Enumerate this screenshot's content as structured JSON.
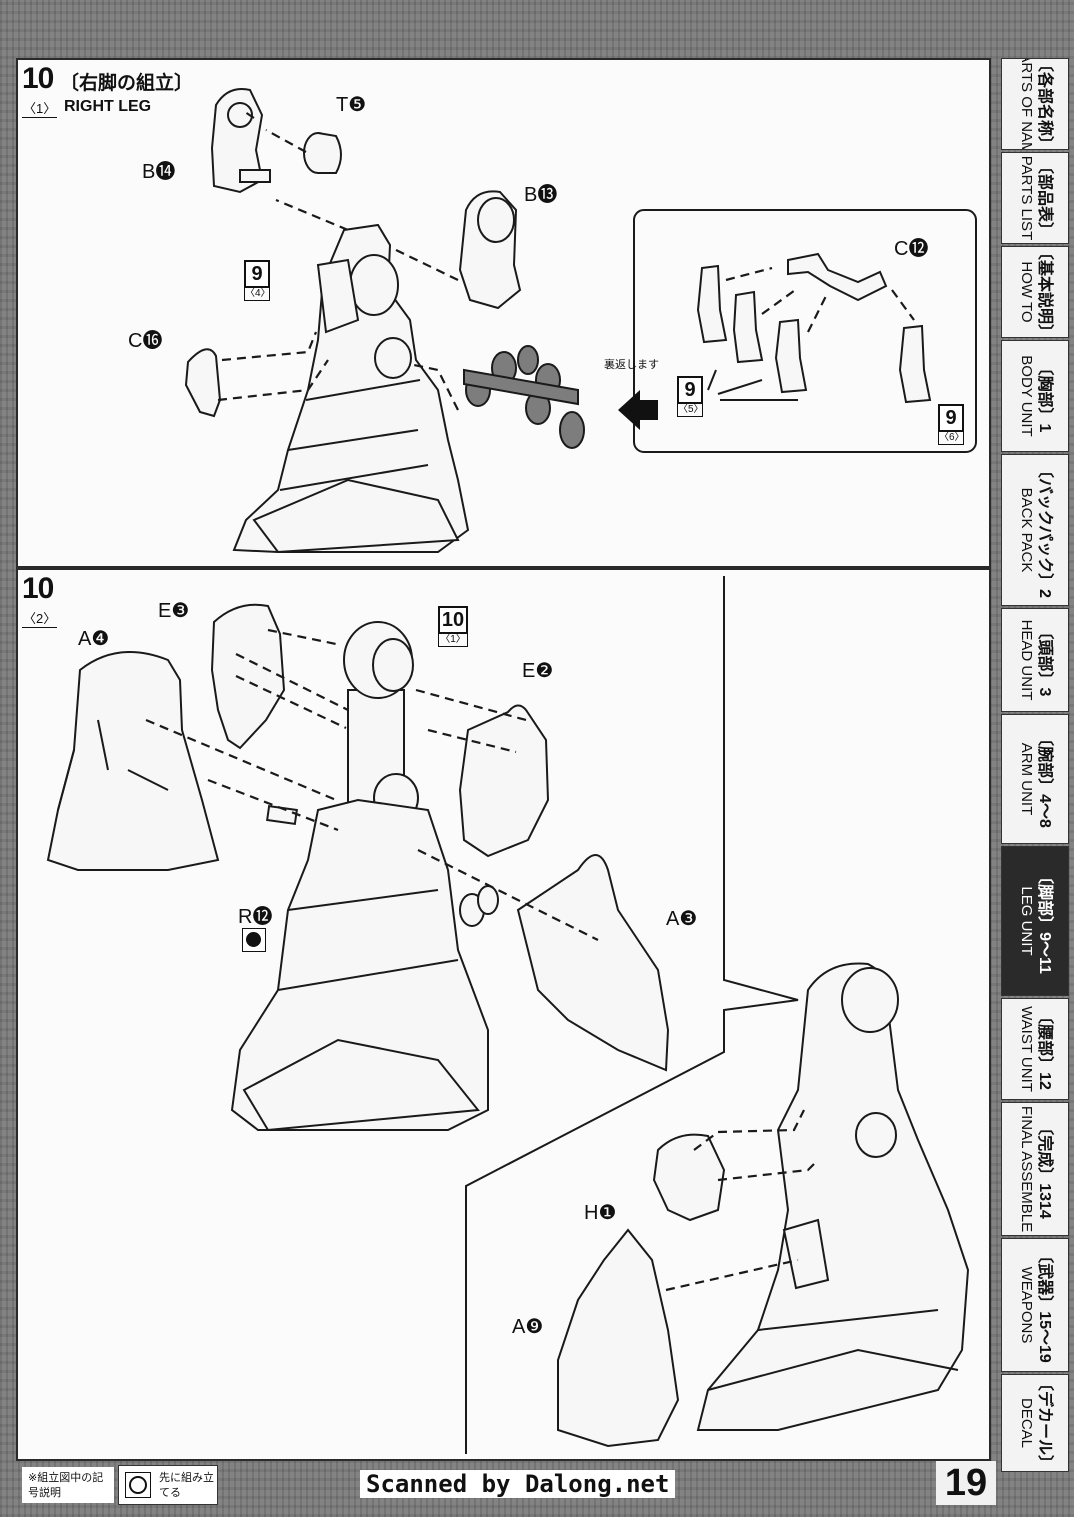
{
  "step_top": {
    "number": "10",
    "sub": "〈1〉",
    "title_jp": "〔右脚の組立〕",
    "title_en": "RIGHT LEG"
  },
  "step_bottom": {
    "number": "10",
    "sub": "〈2〉"
  },
  "labels_top": {
    "t5": "T❺",
    "b14": "B⓮",
    "b13": "B⓭",
    "c16": "C⓰",
    "c12": "C⓬",
    "flip_note": "裏返します"
  },
  "refs_top": {
    "r1": {
      "num": "9",
      "sub": "〈4〉"
    },
    "r2": {
      "num": "9",
      "sub": "〈5〉"
    },
    "r3": {
      "num": "9",
      "sub": "〈6〉"
    }
  },
  "labels_bottom": {
    "e3": "E❸",
    "a4": "A❹",
    "e2": "E❷",
    "r12": "R⓬",
    "a3": "A❸",
    "h1": "H❶",
    "a9": "A❾"
  },
  "refs_bottom": {
    "r1": {
      "num": "10",
      "sub": "〈1〉"
    }
  },
  "sidebar": [
    {
      "jp": "〔各部名称〕",
      "en": "PARTS OF NAME",
      "active": false
    },
    {
      "jp": "〔部品表〕",
      "en": "PARTS LIST",
      "active": false
    },
    {
      "jp": "〔基本説明〕",
      "en": "HOW TO",
      "active": false
    },
    {
      "jp": "〔胸部〕1",
      "en": "BODY UNIT",
      "active": false
    },
    {
      "jp": "〔バックパック〕2",
      "en": "BACK PACK",
      "active": false
    },
    {
      "jp": "〔頭部〕3",
      "en": "HEAD UNIT",
      "active": false
    },
    {
      "jp": "〔腕部〕4〜8",
      "en": "ARM UNIT",
      "active": false
    },
    {
      "jp": "〔脚部〕9〜11",
      "en": "LEG UNIT",
      "active": true
    },
    {
      "jp": "〔腰部〕12",
      "en": "WAIST UNIT",
      "active": false
    },
    {
      "jp": "〔完成〕1314",
      "en": "FINAL ASSEMBLE",
      "active": false
    },
    {
      "jp": "〔武器〕15〜19",
      "en": "WEAPONS",
      "active": false
    },
    {
      "jp": "〔デカール〕",
      "en": "DECAL",
      "active": false
    }
  ],
  "footer": {
    "legend_title": "※組立図中の記号説明",
    "legend_icon_label": "先に組み立てる",
    "scan_credit": "Scanned by Dalong.net",
    "page_number": "19"
  }
}
